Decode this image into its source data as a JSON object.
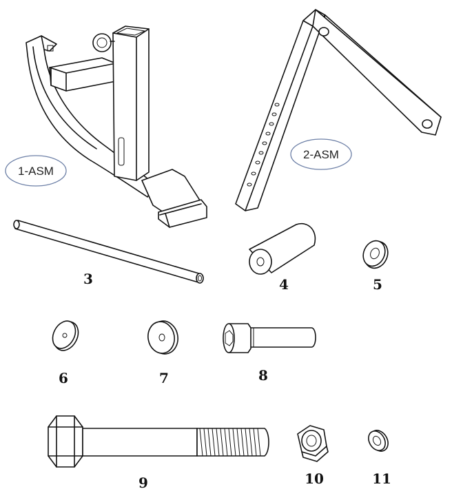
{
  "parts": [
    {
      "id": "1",
      "label": "1-ASM",
      "style": "oval"
    },
    {
      "id": "2",
      "label": "2-ASM",
      "style": "oval"
    },
    {
      "id": "3",
      "label": "3"
    },
    {
      "id": "4",
      "label": "4"
    },
    {
      "id": "5",
      "label": "5"
    },
    {
      "id": "6",
      "label": "6"
    },
    {
      "id": "7",
      "label": "7"
    },
    {
      "id": "8",
      "label": "8"
    },
    {
      "id": "9",
      "label": "9"
    },
    {
      "id": "10",
      "label": "10"
    },
    {
      "id": "11",
      "label": "11"
    }
  ],
  "colors": {
    "line": "#111111",
    "oval_stroke": "#6c7fa6",
    "background": "#ffffff"
  }
}
